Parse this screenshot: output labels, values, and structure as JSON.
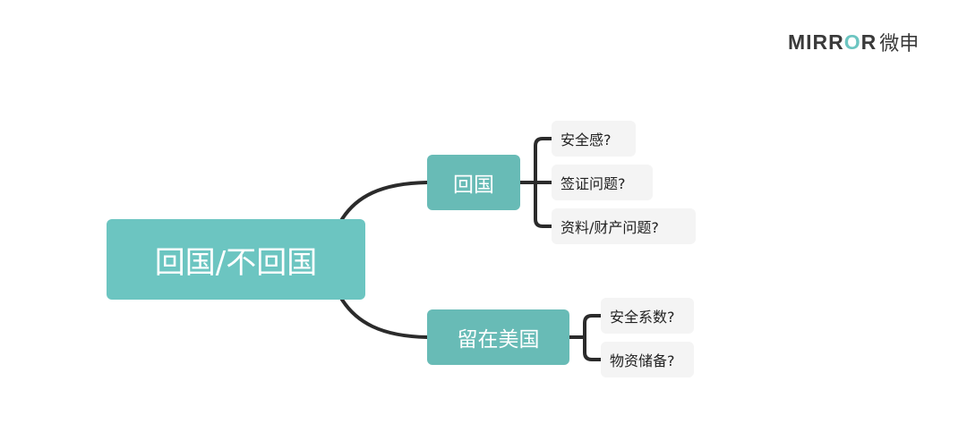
{
  "logo": {
    "word_part1": "MIRR",
    "word_o": "O",
    "word_part2": "R",
    "cn": "微申"
  },
  "colors": {
    "root": "#6cc5c1",
    "branch": "#68bbb6",
    "leaf_bg": "#f4f4f4",
    "connector": "#2b2b2b"
  },
  "mindmap": {
    "root": {
      "label": "回国/不回国"
    },
    "branches": [
      {
        "label": "回国",
        "leaves": [
          "安全感?",
          "签证问题?",
          "资料/财产问题?"
        ]
      },
      {
        "label": "留在美国",
        "leaves": [
          "安全系数?",
          "物资储备?"
        ]
      }
    ]
  }
}
